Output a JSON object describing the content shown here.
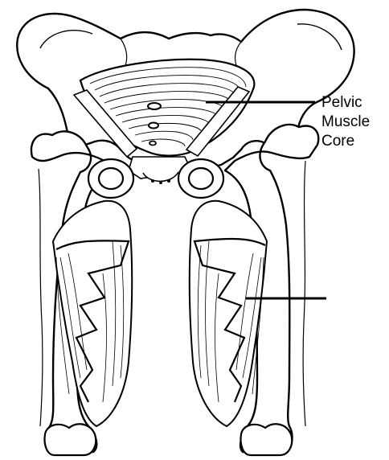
{
  "labels": {
    "pelvic_core": [
      "Pelvic",
      "Muscle",
      "Core"
    ]
  },
  "colors": {
    "ink": "#000000",
    "paper": "#ffffff"
  }
}
